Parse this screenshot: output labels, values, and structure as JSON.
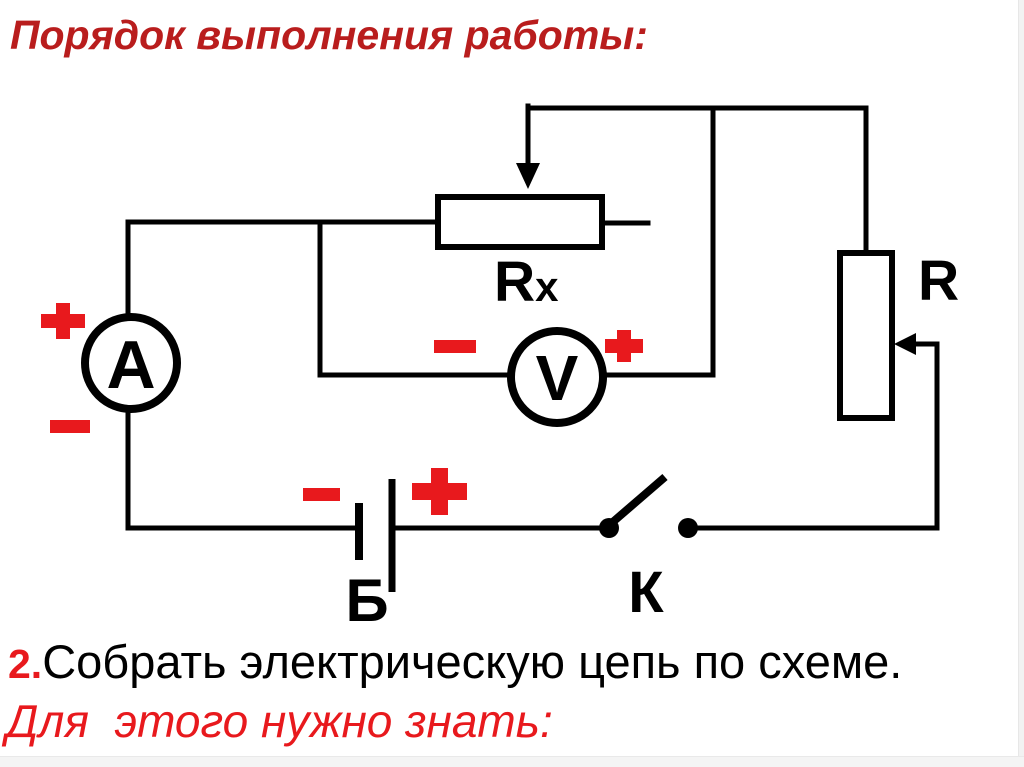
{
  "slide": {
    "title": "Порядок выполнения работы:",
    "step": {
      "number": "2.",
      "text": "Собрать электрическую цепь по схеме."
    },
    "note": "Для  этого нужно знать:"
  },
  "circuit": {
    "ammeter_label": "А",
    "voltmeter_label": "V",
    "unknown_resistor_label": "R",
    "unknown_resistor_sub": "x",
    "rheostat_label": "R",
    "battery_label": "Б",
    "switch_label": "К",
    "icons": {
      "plus": "+",
      "minus": "−"
    }
  },
  "colors": {
    "title_red": "#b91d1d",
    "accent_red": "#e8191d",
    "ink": "#000000",
    "background": "#ffffff"
  }
}
